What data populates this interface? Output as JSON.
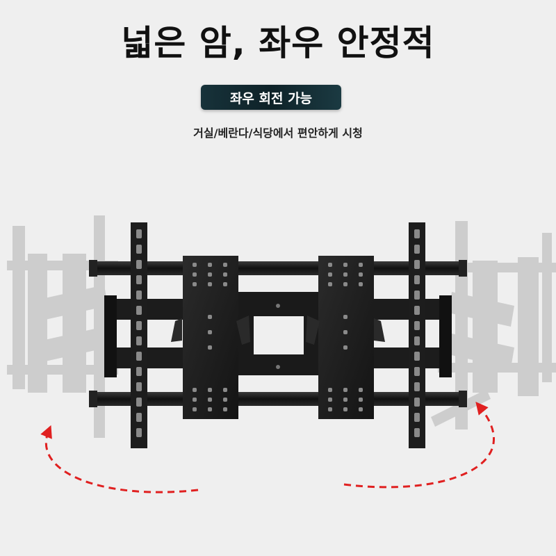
{
  "headline": "넓은 암, 좌우 안정적",
  "badge": "좌우 회전 가능",
  "caption": "거실/베란다/식당에서 편안하게 시청",
  "colors": {
    "background": "#efefef",
    "badge_bg": "#102a30",
    "bracket": "#1a1a1a",
    "ghost": "#c4c4c4",
    "arrow": "#e02020"
  },
  "icons": [
    "tv-wall-mount-bracket",
    "rotation-arrow-left",
    "rotation-arrow-right"
  ]
}
